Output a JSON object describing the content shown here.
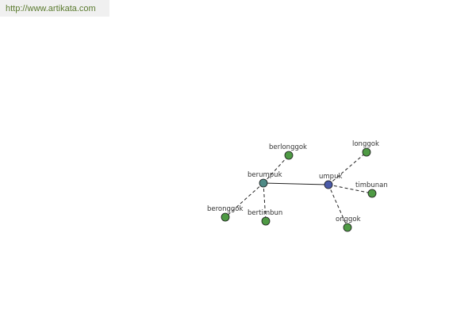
{
  "site_url": "http://www.artikata.com",
  "colors": {
    "root_node": "#4a5aa8",
    "hub_node": "#4e8a86",
    "leaf_node": "#4e9a44",
    "edge": "#222222",
    "url_text": "#5a7a2e"
  },
  "nodes": [
    {
      "id": "umpuk",
      "label": "umpuk",
      "kind": "root"
    },
    {
      "id": "berumpuk",
      "label": "berumpuk",
      "kind": "hub"
    },
    {
      "id": "berlonggok",
      "label": "berlonggok",
      "kind": "leaf"
    },
    {
      "id": "beronggok",
      "label": "beronggok",
      "kind": "leaf"
    },
    {
      "id": "bertimbun",
      "label": "bertimbun",
      "kind": "leaf"
    },
    {
      "id": "longgok",
      "label": "longgok",
      "kind": "leaf"
    },
    {
      "id": "timbunan",
      "label": "timbunan",
      "kind": "leaf"
    },
    {
      "id": "onggok",
      "label": "onggok",
      "kind": "leaf"
    }
  ],
  "edges": [
    {
      "from": "berumpuk",
      "to": "umpuk",
      "style": "solid"
    },
    {
      "from": "berumpuk",
      "to": "berlonggok",
      "style": "dashed"
    },
    {
      "from": "berumpuk",
      "to": "beronggok",
      "style": "dashed"
    },
    {
      "from": "berumpuk",
      "to": "bertimbun",
      "style": "dashed"
    },
    {
      "from": "umpuk",
      "to": "longgok",
      "style": "dashed"
    },
    {
      "from": "umpuk",
      "to": "timbunan",
      "style": "dashed"
    },
    {
      "from": "umpuk",
      "to": "onggok",
      "style": "dashed"
    }
  ]
}
